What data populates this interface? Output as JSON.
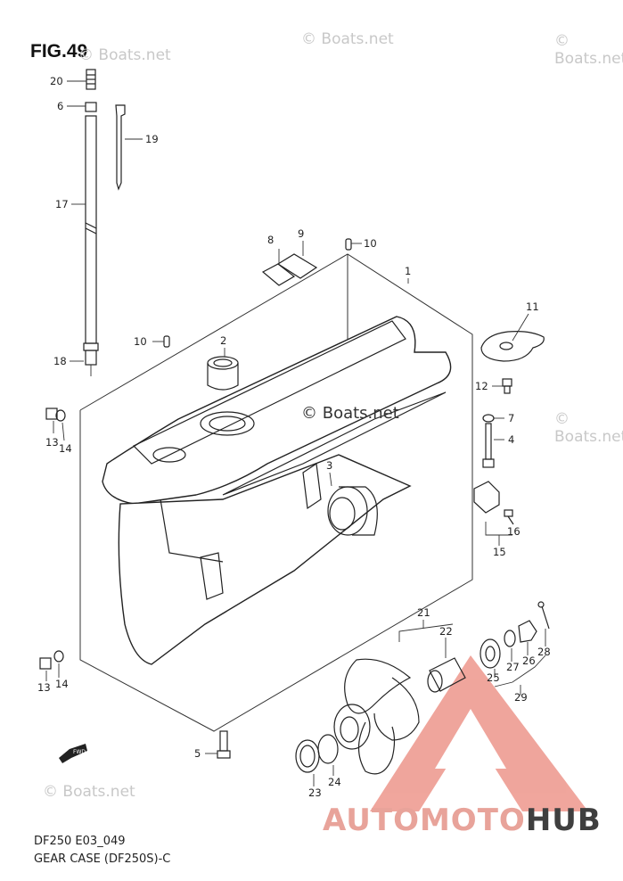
{
  "figure": {
    "title": "FIG.49"
  },
  "watermarks": [
    "© Boats.net",
    "© Boats.net",
    "© Boats.net",
    "© Boats.net",
    "© Boats.net",
    "© Boats.net"
  ],
  "footer": {
    "code": "DF250 E03_049",
    "name": "GEAR CASE (DF250S)-C"
  },
  "logo": {
    "part1": "AUTOMOTO",
    "part2": "HUB",
    "accent_color": "#e8a39a",
    "dark_color": "#3f3f3f"
  },
  "fwd_label": "FWD",
  "callouts": [
    "20",
    "6",
    "19",
    "17",
    "18",
    "13",
    "14",
    "8",
    "9",
    "10",
    "10",
    "1",
    "2",
    "11",
    "12",
    "7",
    "4",
    "3",
    "16",
    "15",
    "21",
    "22",
    "28",
    "27",
    "26",
    "25",
    "29",
    "13",
    "14",
    "5",
    "23",
    "24"
  ]
}
